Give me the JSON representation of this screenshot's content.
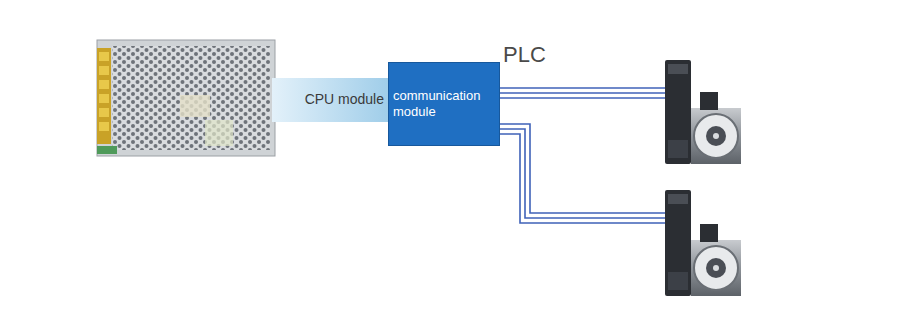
{
  "diagram": {
    "nodes": [
      {
        "text": [
          "CPU module"
        ]
      },
      {
        "text": [
          "communication module"
        ]
      }
    ],
    "labels": [
      "PLC"
    ]
  }
}
